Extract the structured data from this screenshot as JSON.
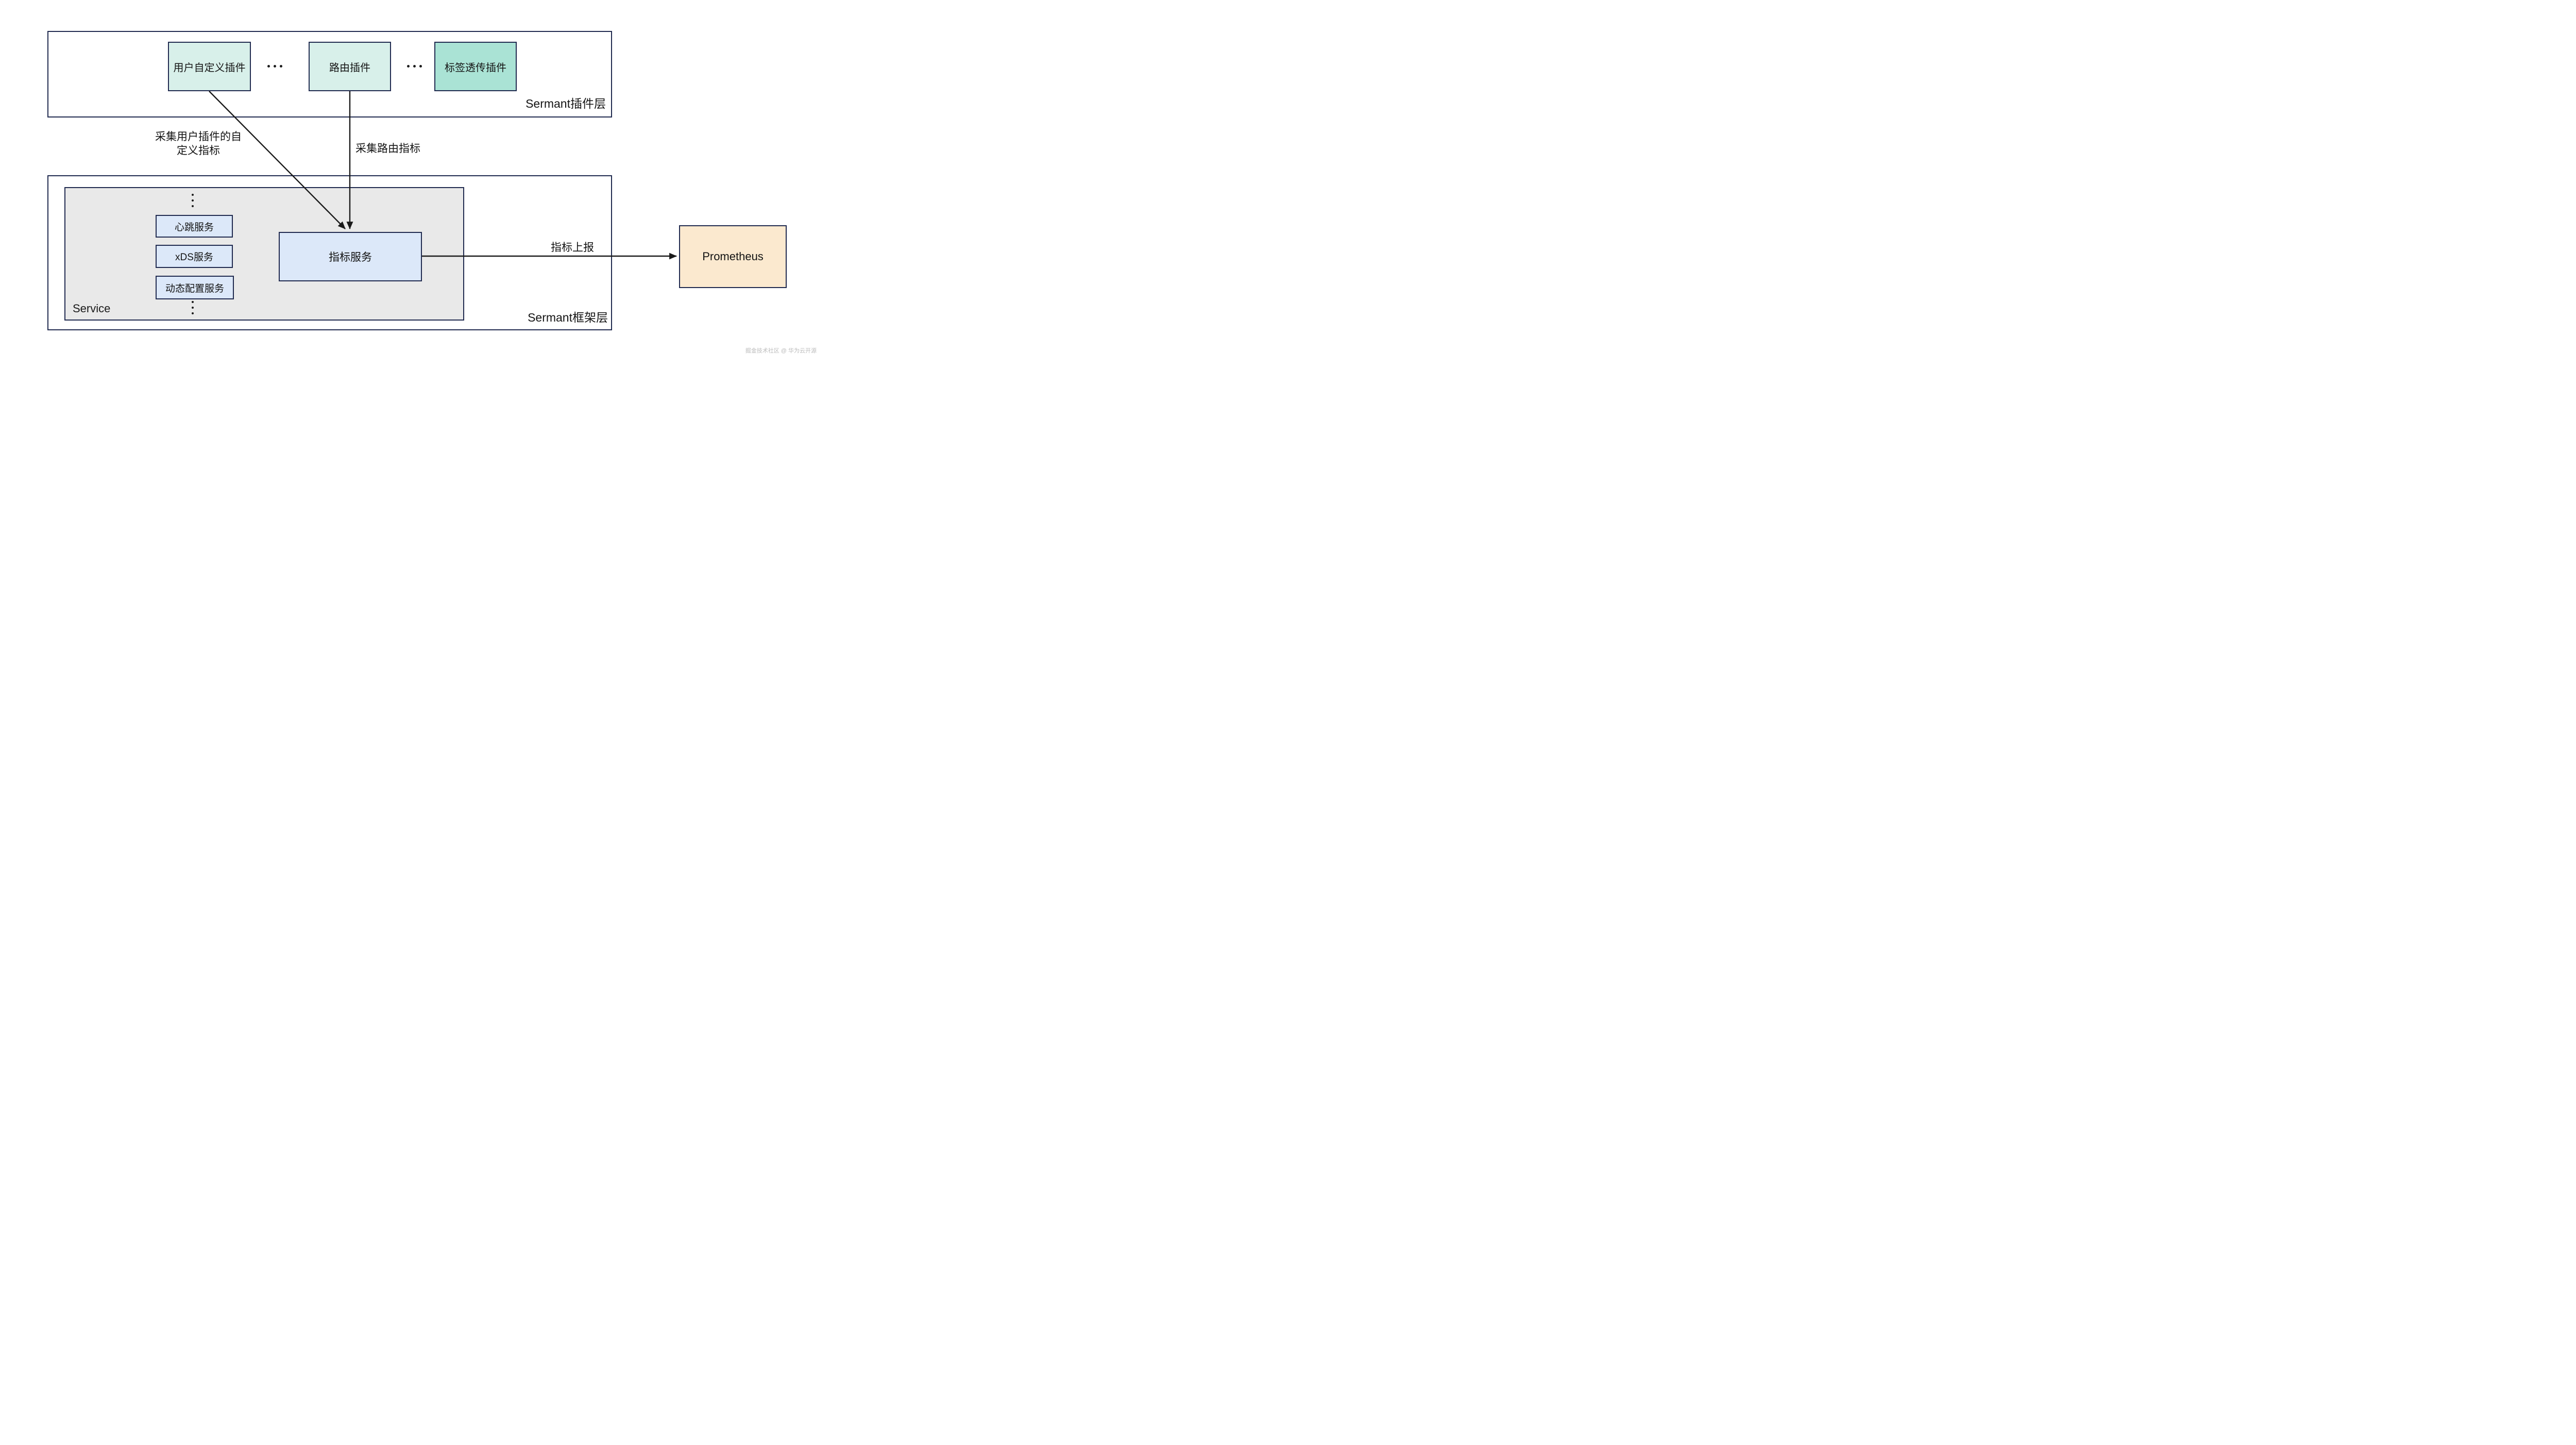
{
  "plugin_layer": {
    "label": "Sermant插件层",
    "plugins": [
      {
        "label": "用户自定义插件"
      },
      {
        "label": "路由插件"
      },
      {
        "label": "标签透传插件"
      }
    ]
  },
  "framework_layer": {
    "label": "Sermant框架层",
    "service": {
      "label": "Service",
      "items": [
        {
          "label": "心跳服务"
        },
        {
          "label": "xDS服务"
        },
        {
          "label": "动态配置服务"
        }
      ]
    },
    "metrics_service": {
      "label": "指标服务"
    }
  },
  "external": {
    "prometheus": {
      "label": "Prometheus"
    }
  },
  "edges": {
    "collect_custom": {
      "line1": "采集用户插件的自",
      "line2": "定义指标"
    },
    "collect_route": {
      "label": "采集路由指标"
    },
    "report": {
      "label": "指标上报"
    }
  },
  "icons": {
    "horizontal_ellipsis": "three-dots-horizontal",
    "vertical_ellipsis": "three-dots-vertical"
  },
  "colors": {
    "border_navy": "#212b50",
    "plugin_mint_light": "#d8f0ea",
    "plugin_mint_dark": "#aae3d5",
    "service_gray": "#e9e9e9",
    "service_blue": "#dce8f9",
    "prometheus_peach": "#fbe9cf",
    "arrow_black": "#1a1a1a",
    "watermark_gray": "#bcbcbc"
  },
  "watermark": "掘金技术社区 @ 华为云开源"
}
